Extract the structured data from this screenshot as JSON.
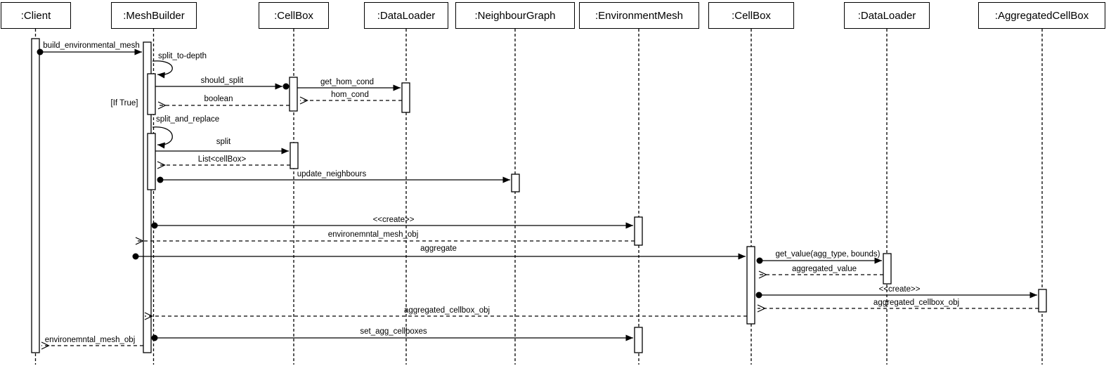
{
  "diagram": {
    "type": "uml-sequence-diagram",
    "colors": {
      "stroke": "#000000",
      "background": "#ffffff",
      "fill": "#ffffff"
    },
    "actors": [
      {
        "label": ":Client"
      },
      {
        "label": ":MeshBuilder"
      },
      {
        "label": ":CellBox"
      },
      {
        "label": ":DataLoader"
      },
      {
        "label": ":NeighbourGraph"
      },
      {
        "label": ":EnvironmentMesh"
      },
      {
        "label": ":CellBox"
      },
      {
        "label": ":DataLoader"
      },
      {
        "label": ":AggregatedCellBox"
      }
    ],
    "guard": "[If True]",
    "messages": [
      {
        "label": "build_environmental_mesh",
        "type": "sync",
        "from": ":Client",
        "to": ":MeshBuilder"
      },
      {
        "label": "split_to-depth",
        "type": "self",
        "from": ":MeshBuilder",
        "to": ":MeshBuilder"
      },
      {
        "label": "should_split",
        "type": "sync",
        "from": ":MeshBuilder",
        "to": ":CellBox"
      },
      {
        "label": "get_hom_cond",
        "type": "sync",
        "from": ":CellBox",
        "to": ":DataLoader"
      },
      {
        "label": "hom_cond",
        "type": "return",
        "from": ":DataLoader",
        "to": ":CellBox"
      },
      {
        "label": "boolean",
        "type": "return",
        "from": ":CellBox",
        "to": ":MeshBuilder"
      },
      {
        "label": "split_and_replace",
        "type": "self",
        "from": ":MeshBuilder",
        "to": ":MeshBuilder"
      },
      {
        "label": "split",
        "type": "sync",
        "from": ":MeshBuilder",
        "to": ":CellBox"
      },
      {
        "label": "List<cellBox>",
        "type": "return",
        "from": ":CellBox",
        "to": ":MeshBuilder"
      },
      {
        "label": "update_neighbours",
        "type": "sync",
        "from": ":MeshBuilder",
        "to": ":NeighbourGraph"
      },
      {
        "label": "<<create>>",
        "type": "sync",
        "from": ":MeshBuilder",
        "to": ":EnvironmentMesh"
      },
      {
        "label": "environemntal_mesh_obj",
        "type": "return",
        "from": ":EnvironmentMesh",
        "to": ":MeshBuilder"
      },
      {
        "label": "aggregate",
        "type": "sync",
        "from": ":MeshBuilder",
        "to": ":CellBox"
      },
      {
        "label": "get_value(agg_type, bounds)",
        "type": "sync",
        "from": ":CellBox",
        "to": ":DataLoader"
      },
      {
        "label": "aggregated_value",
        "type": "return",
        "from": ":DataLoader",
        "to": ":CellBox"
      },
      {
        "label": "<<create>>",
        "type": "sync",
        "from": ":CellBox",
        "to": ":AggregatedCellBox"
      },
      {
        "label": "aggregated_cellbox_obj",
        "type": "return",
        "from": ":AggregatedCellBox",
        "to": ":CellBox"
      },
      {
        "label": "aggregated_cellbox_obj",
        "type": "return",
        "from": ":CellBox",
        "to": ":MeshBuilder"
      },
      {
        "label": "set_agg_cellboxes",
        "type": "sync",
        "from": ":MeshBuilder",
        "to": ":EnvironmentMesh"
      },
      {
        "label": "environemntal_mesh_obj",
        "type": "return",
        "from": ":MeshBuilder",
        "to": ":Client"
      }
    ]
  }
}
